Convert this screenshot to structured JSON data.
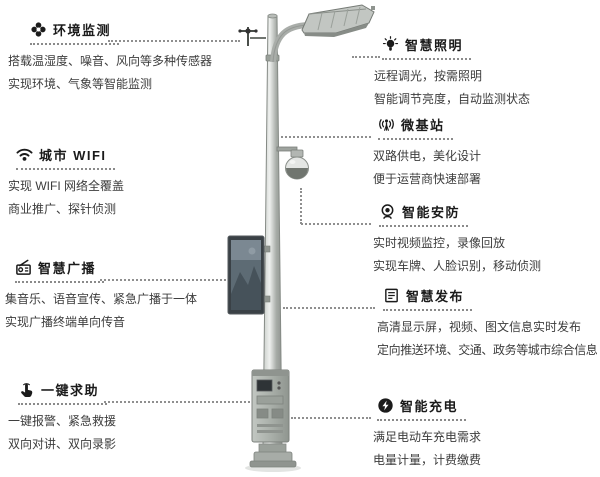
{
  "features_left": [
    {
      "id": "env-monitoring",
      "icon": "sensor-icon",
      "title": "环境监测",
      "lines": [
        "搭载温湿度、噪音、风向等多种传感器",
        "实现环境、气象等智能监测"
      ]
    },
    {
      "id": "city-wifi",
      "icon": "wifi-icon",
      "title": "城市 WIFI",
      "lines": [
        "实现 WIFI 网络全覆盖",
        "商业推广、探针侦测"
      ]
    },
    {
      "id": "smart-broadcast",
      "icon": "radio-icon",
      "title": "智慧广播",
      "lines": [
        "集音乐、语音宣传、紧急广播于一体",
        "实现广播终端单向传音"
      ]
    },
    {
      "id": "one-key-help",
      "icon": "hand-tap-icon",
      "title": "一键求助",
      "lines": [
        "一键报警、紧急救援",
        "双向对讲、双向录影"
      ]
    }
  ],
  "features_right": [
    {
      "id": "smart-lighting",
      "icon": "bulb-icon",
      "title": "智慧照明",
      "lines": [
        "远程调光，按需照明",
        "智能调节亮度，自动监测状态"
      ]
    },
    {
      "id": "micro-base-station",
      "icon": "antenna-icon",
      "title": "微基站",
      "lines": [
        "双路供电，美化设计",
        "便于运营商快速部署"
      ]
    },
    {
      "id": "smart-security",
      "icon": "webcam-icon",
      "title": "智能安防",
      "lines": [
        "实时视频监控，录像回放",
        "实现车牌、人脸识别，移动侦测"
      ]
    },
    {
      "id": "smart-publish",
      "icon": "display-icon",
      "title": "智慧发布",
      "lines": [
        "高清显示屏，视频、图文信息实时发布",
        "定向推送环境、交通、政务等城市综合信息"
      ]
    },
    {
      "id": "smart-charging",
      "icon": "charging-icon",
      "title": "智能充电",
      "lines": [
        "满足电动车充电需求",
        "电量计量，计费缴费"
      ]
    }
  ],
  "colors": {
    "title": "#1a1a1a",
    "text": "#3c3c3c",
    "icon": "#1b1b1b",
    "connector": "#8f8f8f",
    "pole": "#aeb3ae"
  }
}
